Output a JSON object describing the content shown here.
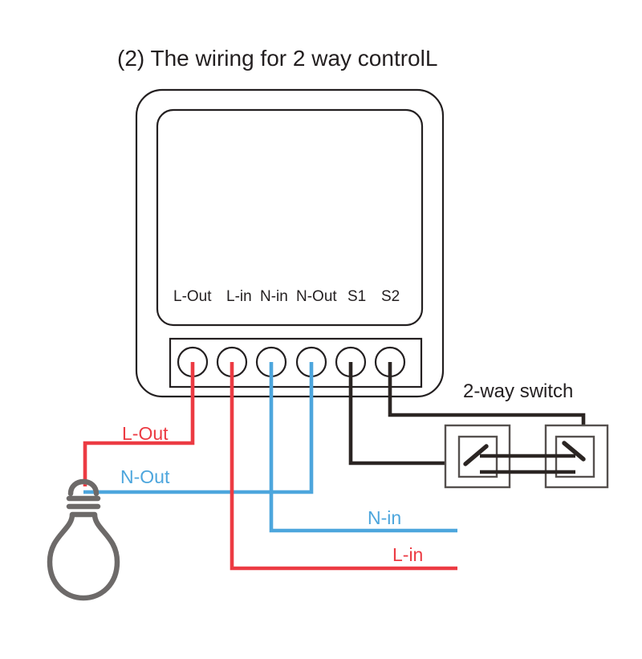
{
  "title": "(2) The wiring for 2 way controlL",
  "device": {
    "name": "smart-switch-module",
    "terminals": [
      {
        "id": "l-out",
        "label": "L-Out",
        "wire_color": "#ec3b43"
      },
      {
        "id": "l-in",
        "label": "L-in",
        "wire_color": "#ec3b43"
      },
      {
        "id": "n-in",
        "label": "N-in",
        "wire_color": "#4da6dd"
      },
      {
        "id": "n-out",
        "label": "N-Out",
        "wire_color": "#4da6dd"
      },
      {
        "id": "s1",
        "label": "S1",
        "wire_color": "#2b2523"
      },
      {
        "id": "s2",
        "label": "S2",
        "wire_color": "#2b2523"
      }
    ]
  },
  "switch_group": {
    "label": "2-way switch",
    "count": 2
  },
  "wire_labels": {
    "l_out": "L-Out",
    "n_out": "N-Out",
    "n_in": "N-in",
    "l_in": "L-in"
  },
  "load": {
    "name": "light-bulb"
  },
  "colors": {
    "live": "#ec3b43",
    "neutral": "#4da6dd",
    "signal": "#2b2523",
    "outline": "#231f20",
    "bulb": "#6d6a69"
  }
}
